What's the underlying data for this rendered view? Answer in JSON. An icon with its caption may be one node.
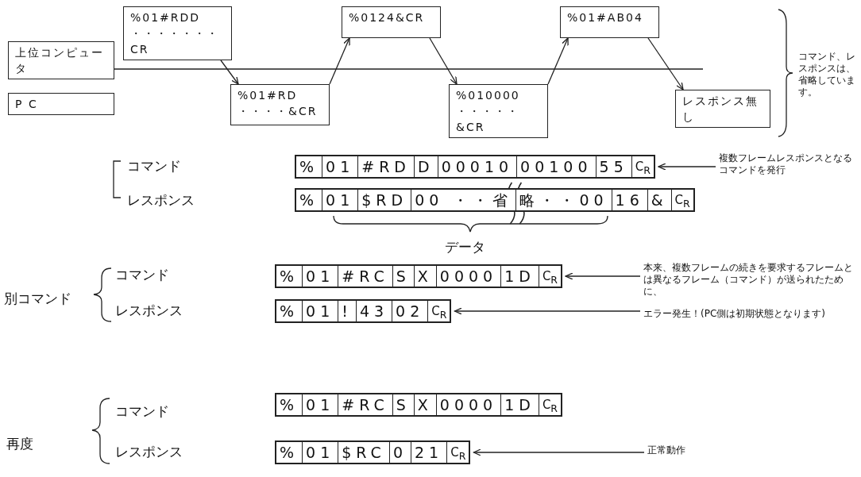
{
  "diagram": {
    "nodes": [
      {
        "text": [
          "上位コンピュータ"
        ]
      },
      {
        "text": [
          "P C"
        ]
      },
      {
        "text": [
          "%01#RDD ・・・・・・・CR"
        ]
      },
      {
        "text": [
          "%01#RD ・・・・&CR"
        ]
      },
      {
        "text": [
          "%0124&CR"
        ]
      },
      {
        "text": [
          "%010000 ・・・・・&CR"
        ]
      },
      {
        "text": [
          "%01#AB04"
        ]
      },
      {
        "text": [
          "レスポンス無し"
        ]
      },
      {
        "text": [
          "%",
          "01",
          "#RD",
          "D",
          "00010",
          "00100",
          "55",
          "C$_{R}$"
        ]
      },
      {
        "text": [
          "複数フレームレスポンスとなるコマンドを発行"
        ]
      },
      {
        "text": [
          "%",
          "01",
          "$RD",
          "00 ・・省",
          "略・・00",
          "16",
          "&",
          "C$_{R}$"
        ]
      },
      {
        "text": [
          "%",
          "01",
          "#RC",
          "S",
          "X",
          "0000",
          "1D",
          "C$_{R}$"
        ]
      },
      {
        "text": [
          "本来、複数フレームの続きを要求するフレームとは異なるフレーム（コマンド）が送られたために、"
        ]
      },
      {
        "text": [
          "%",
          "01",
          "!",
          "43",
          "02",
          "C$_{R}$"
        ]
      },
      {
        "text": [
          "エラー発生！(PC側は初期状態となります)"
        ]
      },
      {
        "text": [
          "%",
          "01",
          "#RC",
          "S",
          "X",
          "0000",
          "1D",
          "C$_{R}$"
        ]
      },
      {
        "text": [
          "%",
          "01",
          "$RC",
          "0",
          "21",
          "C$_{R}$"
        ]
      },
      {
        "text": [
          "正常動作"
        ]
      }
    ],
    "edges": [
      {
        "from": 2,
        "to": 3,
        "arrow": "to"
      },
      {
        "from": 3,
        "to": 4,
        "arrow": "to"
      },
      {
        "from": 4,
        "to": 5,
        "arrow": "to"
      },
      {
        "from": 5,
        "to": 6,
        "arrow": "to"
      },
      {
        "from": 6,
        "to": 7,
        "arrow": "to"
      },
      {
        "from": 9,
        "to": 8,
        "arrow": "to"
      },
      {
        "from": 12,
        "to": 11,
        "arrow": "to"
      },
      {
        "from": 14,
        "to": 13,
        "arrow": "to"
      },
      {
        "from": 17,
        "to": 16,
        "arrow": "to"
      }
    ],
    "labels": [
      "コマンド、レスポンスは、省略しています。",
      "コマンド",
      "レスポンス",
      "データ",
      "別コマンド",
      "コマンド",
      "レスポンス",
      "再度",
      "コマンド",
      "レスポンス"
    ]
  }
}
